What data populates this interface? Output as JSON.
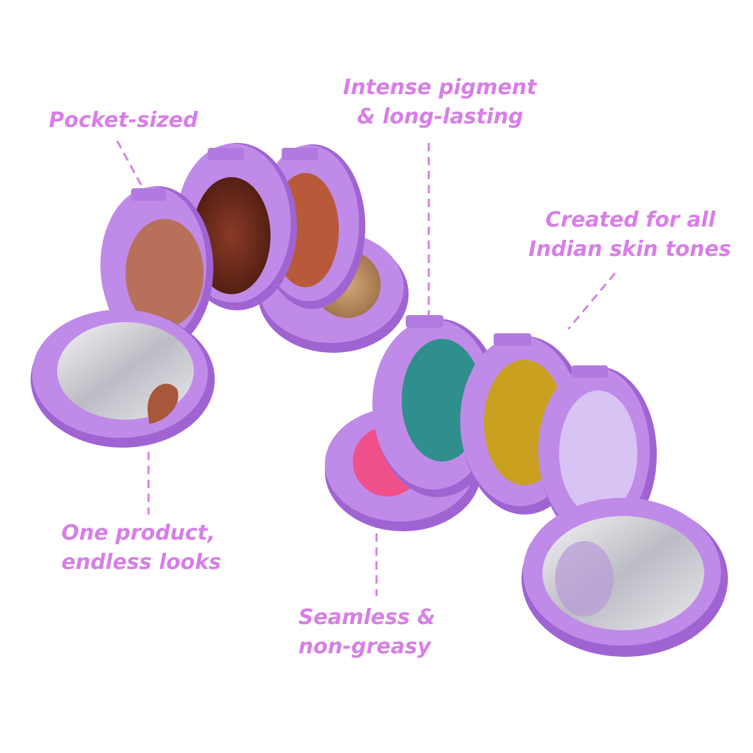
{
  "callouts": {
    "pocket_sized": "Pocket-sized",
    "intense_line1": "Intense pigment",
    "intense_line2": "& long-lasting",
    "created_line1": "Created for all",
    "created_line2": "Indian skin tones",
    "one_product_line1": "One product,",
    "one_product_line2": "endless looks",
    "seamless_line1": "Seamless &",
    "seamless_line2": "non-greasy"
  },
  "colors": {
    "text_accent": "#d77fe6",
    "case_purple": "#c08ae8",
    "case_shadow": "#9f64d2",
    "bronze": "#b8705a",
    "brown_shimmer": "#6a2a1c",
    "terracotta": "#b85a3a",
    "gold_shimmer": "#b08a5c",
    "teal": "#2f8f8c",
    "mustard": "#c9a020",
    "pink": "#f0508a",
    "lilac": "#d8c4f4"
  }
}
